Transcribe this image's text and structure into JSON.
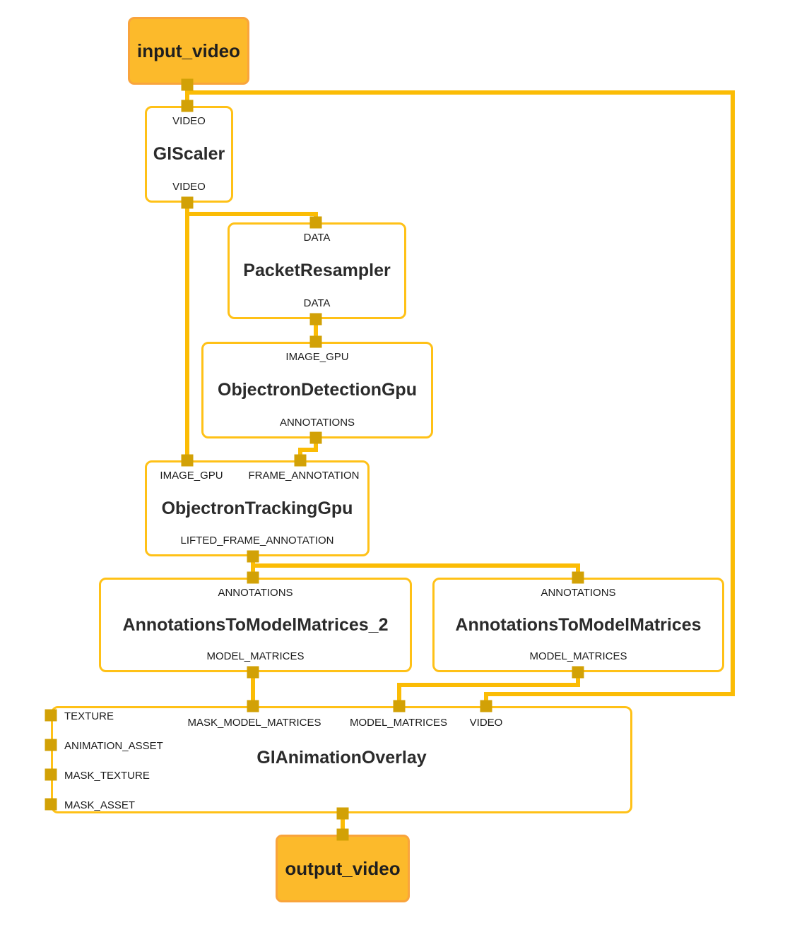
{
  "colors": {
    "edge": "#FBBC05",
    "node_border": "#FFC117",
    "connector": "#D2A106",
    "stream_fill": "#FCBA2B",
    "stream_border": "#F9A43C",
    "title_text": "#2B2B2B",
    "port_text": "#1B1B1B",
    "background": "#FFFFFF"
  },
  "graph": {
    "nodes": [
      {
        "id": "input_video",
        "kind": "stream",
        "title": "input_video"
      },
      {
        "id": "GlScaler",
        "kind": "calculator",
        "title": "GlScaler",
        "inputs": [
          "VIDEO"
        ],
        "outputs": [
          "VIDEO"
        ]
      },
      {
        "id": "PacketResampler",
        "kind": "calculator",
        "title": "PacketResampler",
        "inputs": [
          "DATA"
        ],
        "outputs": [
          "DATA"
        ]
      },
      {
        "id": "ObjectronDetectionGpu",
        "kind": "calculator",
        "title": "ObjectronDetectionGpu",
        "inputs": [
          "IMAGE_GPU"
        ],
        "outputs": [
          "ANNOTATIONS"
        ]
      },
      {
        "id": "ObjectronTrackingGpu",
        "kind": "calculator",
        "title": "ObjectronTrackingGpu",
        "inputs": [
          "IMAGE_GPU",
          "FRAME_ANNOTATION"
        ],
        "outputs": [
          "LIFTED_FRAME_ANNOTATION"
        ]
      },
      {
        "id": "AnnotationsToModelMatrices_2",
        "kind": "calculator",
        "title": "AnnotationsToModelMatrices_2",
        "inputs": [
          "ANNOTATIONS"
        ],
        "outputs": [
          "MODEL_MATRICES"
        ]
      },
      {
        "id": "AnnotationsToModelMatrices",
        "kind": "calculator",
        "title": "AnnotationsToModelMatrices",
        "inputs": [
          "ANNOTATIONS"
        ],
        "outputs": [
          "MODEL_MATRICES"
        ]
      },
      {
        "id": "GlAnimationOverlay",
        "kind": "calculator",
        "title": "GlAnimationOverlay",
        "top_inputs": [
          "MASK_MODEL_MATRICES",
          "MODEL_MATRICES",
          "VIDEO"
        ],
        "side_inputs": [
          "TEXTURE",
          "ANIMATION_ASSET",
          "MASK_TEXTURE",
          "MASK_ASSET"
        ]
      },
      {
        "id": "output_video",
        "kind": "stream",
        "title": "output_video"
      }
    ],
    "edges": [
      {
        "from": "input_video",
        "to": "GlScaler:VIDEO"
      },
      {
        "from": "input_video",
        "to": "GlAnimationOverlay:VIDEO"
      },
      {
        "from": "GlScaler:VIDEO",
        "to": "PacketResampler:DATA"
      },
      {
        "from": "GlScaler:VIDEO",
        "to": "ObjectronTrackingGpu:IMAGE_GPU"
      },
      {
        "from": "PacketResampler:DATA",
        "to": "ObjectronDetectionGpu:IMAGE_GPU"
      },
      {
        "from": "ObjectronDetectionGpu:ANNOTATIONS",
        "to": "ObjectronTrackingGpu:FRAME_ANNOTATION"
      },
      {
        "from": "ObjectronTrackingGpu:LIFTED_FRAME_ANNOTATION",
        "to": "AnnotationsToModelMatrices_2:ANNOTATIONS"
      },
      {
        "from": "ObjectronTrackingGpu:LIFTED_FRAME_ANNOTATION",
        "to": "AnnotationsToModelMatrices:ANNOTATIONS"
      },
      {
        "from": "AnnotationsToModelMatrices_2:MODEL_MATRICES",
        "to": "GlAnimationOverlay:MASK_MODEL_MATRICES"
      },
      {
        "from": "AnnotationsToModelMatrices:MODEL_MATRICES",
        "to": "GlAnimationOverlay:MODEL_MATRICES"
      },
      {
        "from": "GlAnimationOverlay",
        "to": "output_video"
      }
    ]
  }
}
